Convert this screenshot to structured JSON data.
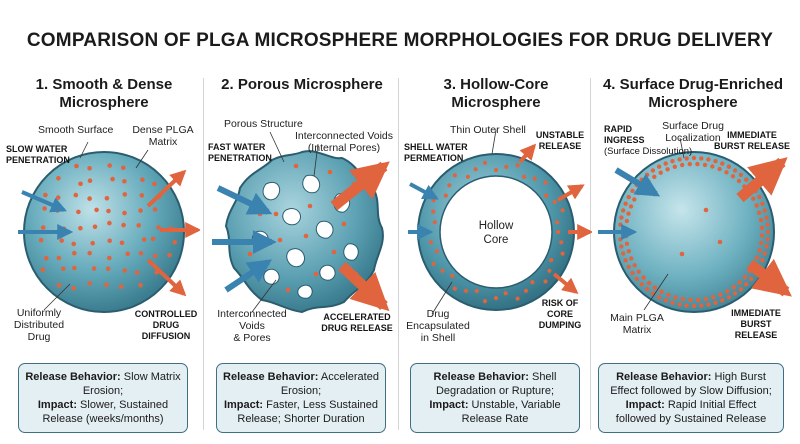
{
  "title": "COMPARISON OF PLGA MICROSPHERE MORPHOLOGIES FOR DRUG DELIVERY",
  "panels": [
    {
      "title_line1": "1. Smooth & Dense",
      "title_line2": "Microsphere",
      "labels": {
        "smooth_surface": "Smooth Surface",
        "dense_matrix_1": "Dense PLGA",
        "dense_matrix_2": "Matrix",
        "slow_water_1": "SLOW WATER",
        "slow_water_2": "PENETRATION",
        "uniform_1": "Uniformly",
        "uniform_2": "Distributed",
        "uniform_3": "Drug",
        "controlled_1": "CONTROLLED",
        "controlled_2": "DRUG",
        "controlled_3": "DIFFUSION"
      },
      "box": {
        "release_label": "Release Behavior:",
        "release_text_1": " Slow Matrix",
        "release_text_2": "Erosion;",
        "impact_label": "Impact:",
        "impact_text_1": " Slower, Sustained",
        "impact_text_2": "Release (weeks/months)"
      }
    },
    {
      "title_line1": "2. Porous Microsphere",
      "labels": {
        "porous_structure": "Porous Structure",
        "voids_1": "Interconnected Voids",
        "voids_2": "(Internal Pores)",
        "fast_water_1": "FAST WATER",
        "fast_water_2": "PENETRATION",
        "interconnected_1": "Interconnected",
        "interconnected_2": "Voids",
        "interconnected_3": "& Pores",
        "accelerated_1": "ACCELERATED",
        "accelerated_2": "DRUG RELEASE"
      },
      "box": {
        "release_label": "Release Behavior:",
        "release_text_1": " Accelerated",
        "release_text_2": "Erosion;",
        "impact_label": "Impact:",
        "impact_text_1": " Faster, Less Sustained",
        "impact_text_2": "Release; Shorter Duration"
      }
    },
    {
      "title_line1": "3. Hollow-Core",
      "title_line2": "Microsphere",
      "labels": {
        "thin_shell": "Thin Outer Shell",
        "unstable_1": "UNSTABLE",
        "unstable_2": "RELEASE",
        "shell_water_1": "SHELL WATER",
        "shell_water_2": "PERMEATION",
        "hollow_1": "Hollow",
        "hollow_2": "Core",
        "drug_enc_1": "Drug",
        "drug_enc_2": "Encapsulated",
        "drug_enc_3": "in Shell",
        "risk_1": "RISK OF",
        "risk_2": "CORE",
        "risk_3": "DUMPING"
      },
      "box": {
        "release_label": "Release Behavior:",
        "release_text_1": " Shell",
        "release_text_2": "Degradation or Rupture;",
        "impact_label": "Impact:",
        "impact_text_1": " Unstable, Variable",
        "impact_text_2": "Release Rate"
      }
    },
    {
      "title_line1": "4. Surface Drug-Enriched",
      "title_line2": "Microsphere",
      "labels": {
        "rapid_1": "RAPID",
        "rapid_2": "INGRESS",
        "rapid_3": "(Surface Dissolution)",
        "surface_loc_1": "Surface Drug",
        "surface_loc_2": "Localization",
        "burst_top_1": "IMMEDIATE",
        "burst_top_2": "BURST RELEASE",
        "main_1": "Main PLGA",
        "main_2": "Matrix",
        "burst_bot_1": "IMMEDIATE",
        "burst_bot_2": "BURST",
        "burst_bot_3": "RELEASE"
      },
      "box": {
        "release_label": "Release Behavior:",
        "release_text_1": " High Burst",
        "release_text_2": "Effect followed by Slow Diffusion;",
        "impact_label": "Impact:",
        "impact_text_1": " Rapid Initial Effect",
        "impact_text_2": "followed by Sustained Release"
      }
    }
  ],
  "colors": {
    "sphere_fill": "#5aa3b5",
    "sphere_stroke": "#2a5d70",
    "drug_dot": "#e0643e",
    "water_arrow": "#3a82b0",
    "release_arrow": "#e0643e",
    "box_border": "#3f6f83",
    "box_fill": "#e4eff3"
  }
}
